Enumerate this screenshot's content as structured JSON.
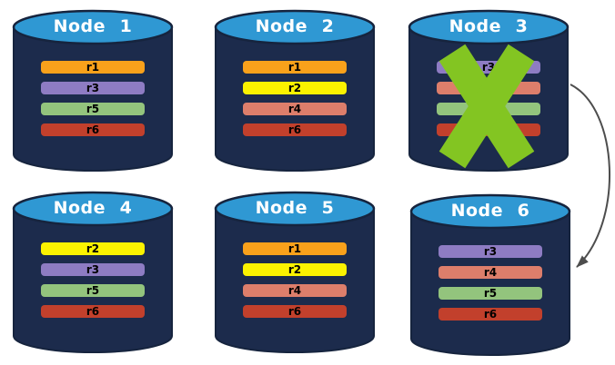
{
  "diagram": {
    "nodes": [
      {
        "label": "Node 1",
        "replicas": [
          "r1",
          "r3",
          "r5",
          "r6"
        ],
        "failed": false
      },
      {
        "label": "Node 2",
        "replicas": [
          "r1",
          "r2",
          "r4",
          "r6"
        ],
        "failed": false
      },
      {
        "label": "Node 3",
        "replicas": [
          "r3",
          "r4",
          "r5",
          "r6"
        ],
        "failed": true
      },
      {
        "label": "Node 4",
        "replicas": [
          "r2",
          "r3",
          "r5",
          "r6"
        ],
        "failed": false
      },
      {
        "label": "Node 5",
        "replicas": [
          "r1",
          "r2",
          "r4",
          "r6"
        ],
        "failed": false
      },
      {
        "label": "Node 6",
        "replicas": [
          "r3",
          "r4",
          "r5",
          "r6"
        ],
        "failed": false
      }
    ],
    "replica_colors": {
      "r1": "#F9A11B",
      "r2": "#FBF200",
      "r3": "#8E7CC3",
      "r4": "#DD7E6B",
      "r5": "#93C47D",
      "r6": "#C2402C"
    },
    "colors": {
      "cylinder_body": "#1C2B4C",
      "cylinder_top": "#2F98D3",
      "failure_x": "#83C522",
      "arrow": "#4D4D4D"
    },
    "annotations": {
      "failure_x_on": "Node 3",
      "arrow": {
        "from": "Node 3",
        "to": "Node 6"
      }
    }
  }
}
